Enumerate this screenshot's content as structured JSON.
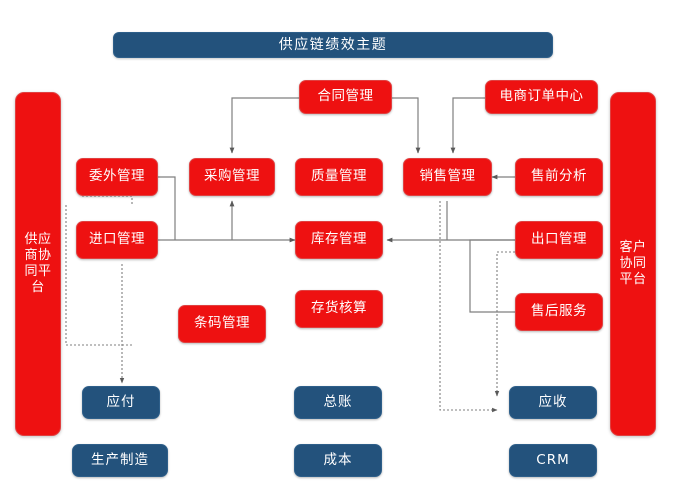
{
  "diagram": {
    "title_bar": {
      "label": "供应链绩效主题",
      "color": "#23527c"
    },
    "sidebars": [
      {
        "id": "supplier-platform",
        "label": "供应商协同平台",
        "color": "#ee1111"
      },
      {
        "id": "customer-platform",
        "label": "客户协同平台",
        "color": "#ee1111"
      }
    ],
    "palette": {
      "red": "#ee1111",
      "blue": "#23527c",
      "connector": "#7f7f7f",
      "background": "#ffffff"
    },
    "nodes": [
      {
        "id": "contract-management",
        "label": "合同管理",
        "type": "red"
      },
      {
        "id": "ecommerce-order-center",
        "label": "电商订单中心",
        "type": "red"
      },
      {
        "id": "outsourcing-management",
        "label": "委外管理",
        "type": "red"
      },
      {
        "id": "purchase-management",
        "label": "采购管理",
        "type": "red"
      },
      {
        "id": "quality-management",
        "label": "质量管理",
        "type": "red"
      },
      {
        "id": "sales-management",
        "label": "销售管理",
        "type": "red"
      },
      {
        "id": "presales-analysis",
        "label": "售前分析",
        "type": "red"
      },
      {
        "id": "import-management",
        "label": "进口管理",
        "type": "red"
      },
      {
        "id": "inventory-management",
        "label": "库存管理",
        "type": "red"
      },
      {
        "id": "export-management",
        "label": "出口管理",
        "type": "red"
      },
      {
        "id": "barcode-management",
        "label": "条码管理",
        "type": "red"
      },
      {
        "id": "inventory-accounting",
        "label": "存货核算",
        "type": "red"
      },
      {
        "id": "aftersales-service",
        "label": "售后服务",
        "type": "red"
      },
      {
        "id": "accounts-payable",
        "label": "应付",
        "type": "blue"
      },
      {
        "id": "general-ledger",
        "label": "总账",
        "type": "blue"
      },
      {
        "id": "accounts-receivable",
        "label": "应收",
        "type": "blue"
      },
      {
        "id": "production-manufacturing",
        "label": "生产制造",
        "type": "blue"
      },
      {
        "id": "cost",
        "label": "成本",
        "type": "blue"
      },
      {
        "id": "crm",
        "label": "CRM",
        "type": "blue"
      }
    ]
  }
}
